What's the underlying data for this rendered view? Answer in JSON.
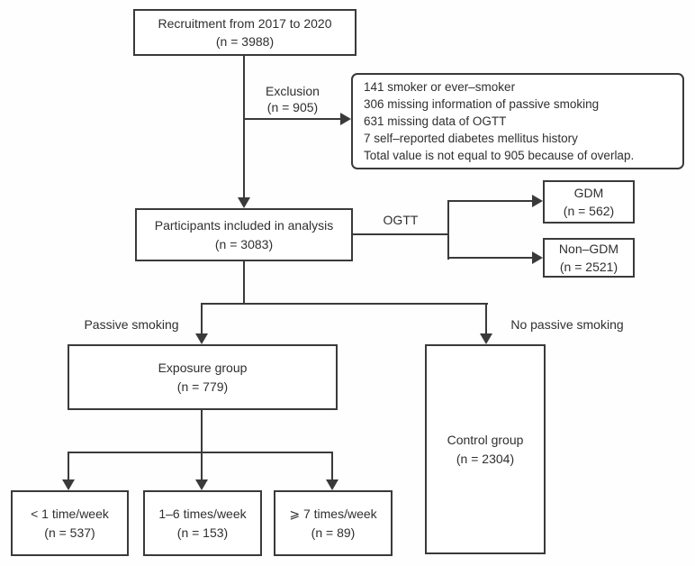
{
  "flowchart": {
    "colors": {
      "line": "#3a3a3a",
      "text": "#2f2f2f",
      "background": "#ffffff"
    },
    "recruitment": {
      "title": "Recruitment from 2017 to 2020",
      "n": "(n = 3988)"
    },
    "exclusion": {
      "label": "Exclusion",
      "n": "(n = 905)",
      "details": [
        "141 smoker or ever–smoker",
        "306 missing information of passive smoking",
        "631 missing data of OGTT",
        "7 self–reported diabetes mellitus history",
        "Total value is not equal to 905 because of overlap."
      ]
    },
    "participants": {
      "title": "Participants included in analysis",
      "n": "(n = 3083)"
    },
    "ogtt_label": "OGTT",
    "gdm": {
      "title": "GDM",
      "n": "(n = 562)"
    },
    "non_gdm": {
      "title": "Non–GDM",
      "n": "(n = 2521)"
    },
    "passive_smoking_label": "Passive smoking",
    "no_passive_smoking_label": "No passive smoking",
    "exposure": {
      "title": "Exposure group",
      "n": "(n = 779)"
    },
    "control": {
      "title": "Control group",
      "n": "(n = 2304)"
    },
    "freq_lt1": {
      "title": "< 1 time/week",
      "n": "(n = 537)"
    },
    "freq_1to6": {
      "title": "1–6 times/week",
      "n": "(n = 153)"
    },
    "freq_ge7": {
      "title": "⩾ 7 times/week",
      "n": "(n = 89)"
    }
  }
}
